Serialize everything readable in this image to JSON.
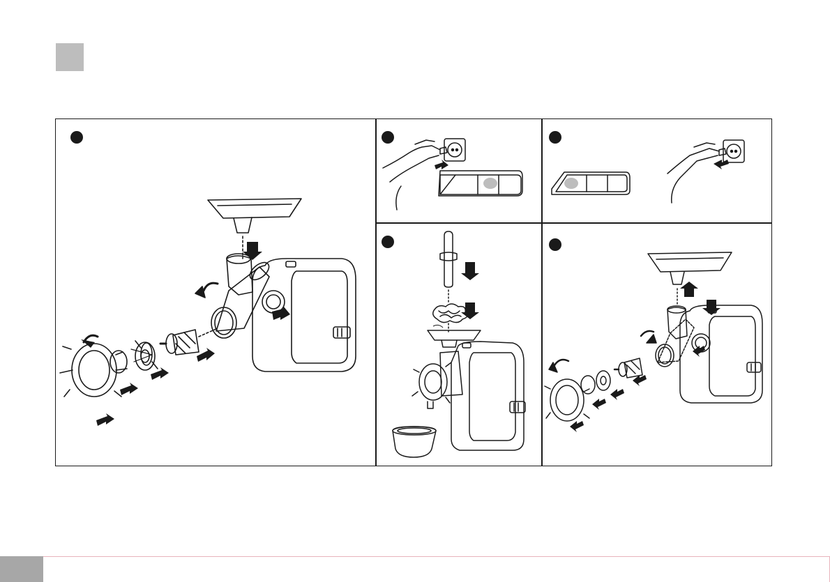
{
  "page": {
    "header_marker": "section-marker-square",
    "footer_marker": "page-tab"
  },
  "panels": [
    {
      "id": "assembly",
      "step_icon": "step-number-dot",
      "content": "meat-grinder-assembly-illustration"
    },
    {
      "id": "plug-in",
      "step_icon": "step-number-dot",
      "content": "plug-in-and-switch-on-illustration"
    },
    {
      "id": "plug-out",
      "step_icon": "step-number-dot",
      "content": "switch-off-and-unplug-illustration"
    },
    {
      "id": "mincing",
      "step_icon": "step-number-dot",
      "content": "feeding-meat-with-pusher-illustration"
    },
    {
      "id": "disassembly",
      "step_icon": "step-number-dot",
      "content": "meat-grinder-disassembly-illustration"
    }
  ],
  "colors": {
    "line": "#1a1a1a",
    "marker_gray": "#bdbdbd",
    "footer_gray": "#a7a7a7",
    "footer_accent": "#e8b3bb",
    "button_fill": "#bdbdbd"
  }
}
